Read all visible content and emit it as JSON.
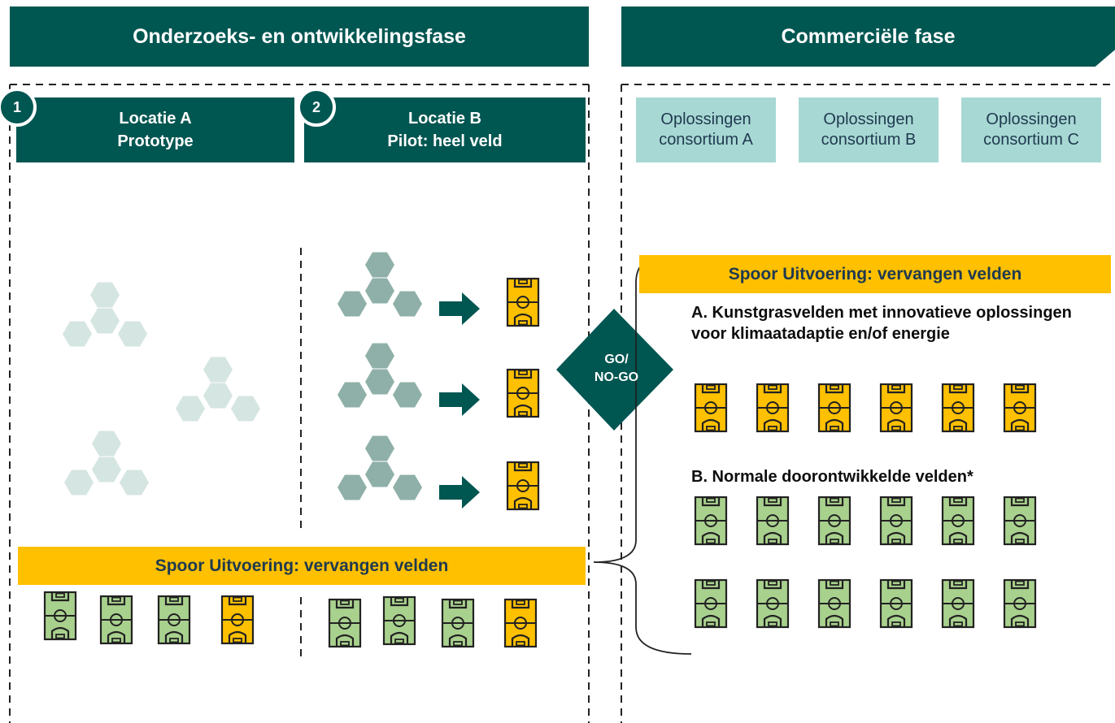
{
  "phases": {
    "research": "Onderzoeks- en ontwikkelingsfase",
    "commercial": "Commerciële fase"
  },
  "locations": [
    {
      "badge": "1",
      "line1": "Locatie A",
      "line2": "Prototype"
    },
    {
      "badge": "2",
      "line1": "Locatie B",
      "line2": "Pilot: heel veld"
    }
  ],
  "solutions": [
    {
      "line1": "Oplossingen",
      "line2": "consortium A"
    },
    {
      "line1": "Oplossingen",
      "line2": "consortium B"
    },
    {
      "line1": "Oplossingen",
      "line2": "consortium C"
    }
  ],
  "gonogo": {
    "line1": "GO/",
    "line2": "NO-GO"
  },
  "track_label": "Spoor Uitvoering: vervangen velden",
  "track_label_right": "Spoor Uitvoering: vervangen velden",
  "category_a": "A. Kunstgrasvelden met  innovatieve oplossingen voor klimaatadaptie en/of energie",
  "category_b": "B. Normale doorontwikkelde velden*",
  "colors": {
    "dark_teal": "#005651",
    "light_teal": "#a8d8d4",
    "hex_faded": "#d5e5e2",
    "hex_active": "#8fb0a8",
    "orange": "#ffc000",
    "green": "#a9d18e"
  },
  "icons": {
    "field": "football-field-icon",
    "hex_cluster": "hexagon-cluster-icon",
    "arrow": "right-arrow-icon",
    "brace": "curly-brace-icon"
  }
}
